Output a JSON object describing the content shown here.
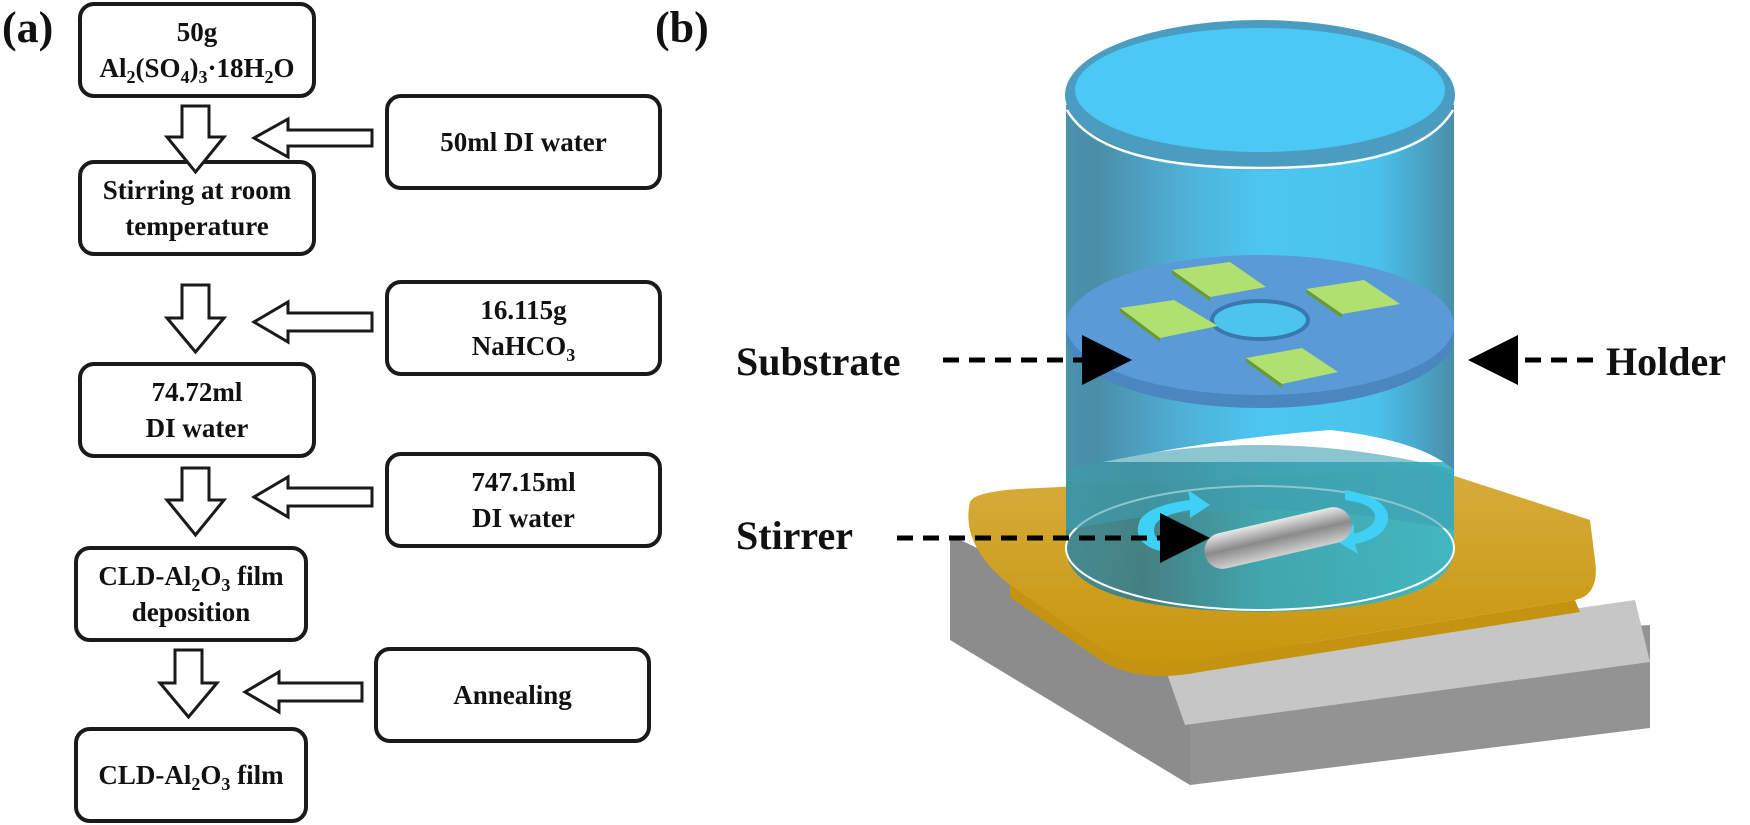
{
  "panel_a": {
    "label": "(a)",
    "main_steps": [
      {
        "line1": "50g",
        "line2_parts": [
          "Al",
          "2",
          "(SO",
          "4",
          ")",
          "3",
          "·18H",
          "2",
          "O"
        ]
      },
      {
        "line1": "Stirring at room",
        "line2": "temperature"
      },
      {
        "line1": "74.72ml",
        "line2": "DI water"
      },
      {
        "line1_parts": [
          "CLD-Al",
          "2",
          "O",
          "3",
          " film"
        ],
        "line2": "deposition"
      },
      {
        "line1_parts": [
          "CLD-Al",
          "2",
          "O",
          "3",
          " film"
        ]
      }
    ],
    "side_inputs": [
      {
        "line1": "50ml DI water"
      },
      {
        "line1": "16.115g",
        "line2_parts": [
          "NaHCO",
          "3"
        ]
      },
      {
        "line1": "747.15ml",
        "line2": "DI water"
      },
      {
        "line1": "Annealing"
      }
    ]
  },
  "panel_b": {
    "label": "(b)",
    "callouts": {
      "substrate": "Substrate",
      "holder": "Holder",
      "stirrer": "Stirrer"
    },
    "colors": {
      "beaker_top": "#4cc8f4",
      "beaker_body": "#45b8e0",
      "holder_disk": "#5a9ad6",
      "substrate": "#b0e070",
      "hotplate_top": "#d4a838",
      "hotplate_base": "#8c8c8c",
      "hotplate_front": "#c6c6c6",
      "stir_arrows": "#3fd0f5",
      "stirrer": "#c0c0c0"
    }
  }
}
